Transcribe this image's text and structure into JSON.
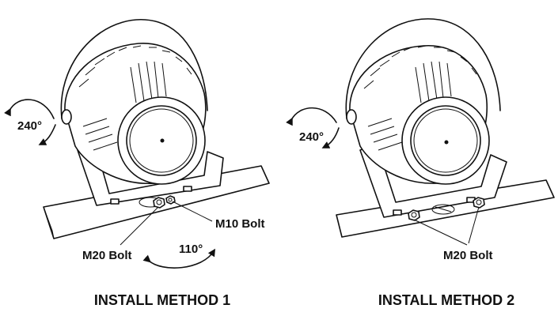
{
  "method1": {
    "title": "INSTALL METHOD 1",
    "rotation_label": "240°",
    "tilt_label": "110°",
    "bolt_m20_label": "M20 Bolt",
    "bolt_m10_label": "M10 Bolt"
  },
  "method2": {
    "title": "INSTALL METHOD 2",
    "rotation_label": "240°",
    "bolt_m20_label": "M20 Bolt"
  }
}
